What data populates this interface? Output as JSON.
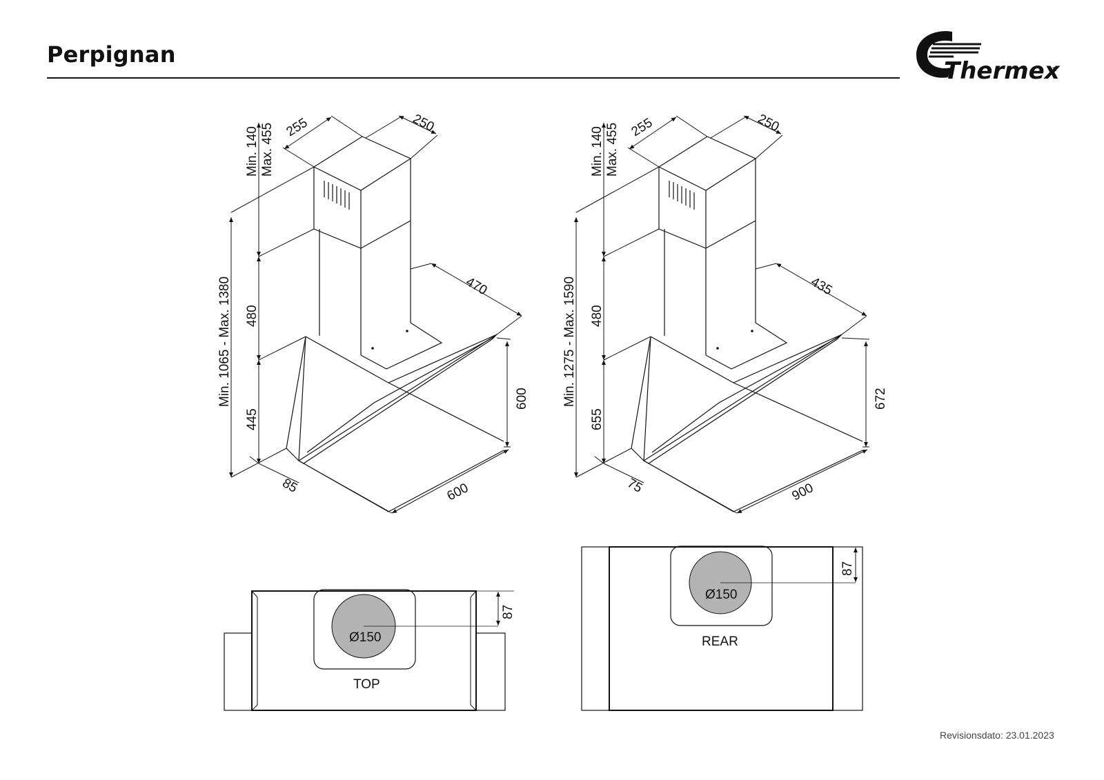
{
  "header": {
    "title": "Perpignan"
  },
  "logo": {
    "brand": "Thermex",
    "mark": "®"
  },
  "footer": {
    "revision": "Revisionsdato: 23.01.2023"
  },
  "drawing_left": {
    "chimney_width": "255",
    "chimney_depth": "250",
    "chimney_upper_range_min": "Min. 140",
    "chimney_upper_range_max": "Max. 455",
    "total_height_range": "Min. 1065 - Max. 1380",
    "chimney_lower": "480",
    "hood_height": "445",
    "glass_depth": "470",
    "side_height": "600",
    "front_offset": "85",
    "width": "600"
  },
  "drawing_right": {
    "chimney_width": "255",
    "chimney_depth": "250",
    "chimney_upper_range_min": "Min. 140",
    "chimney_upper_range_max": "Max. 455",
    "total_height_range": "Min. 1275 - Max. 1590",
    "chimney_lower": "480",
    "hood_height": "655",
    "glass_depth": "435",
    "side_height": "672",
    "front_offset": "75",
    "width": "900"
  },
  "view_top": {
    "label": "TOP",
    "diameter": "Ø150",
    "offset": "87"
  },
  "view_rear": {
    "label": "REAR",
    "diameter": "Ø150",
    "offset": "87"
  },
  "colors": {
    "line": "#111111",
    "duct_fill": "#b3b3b3"
  }
}
